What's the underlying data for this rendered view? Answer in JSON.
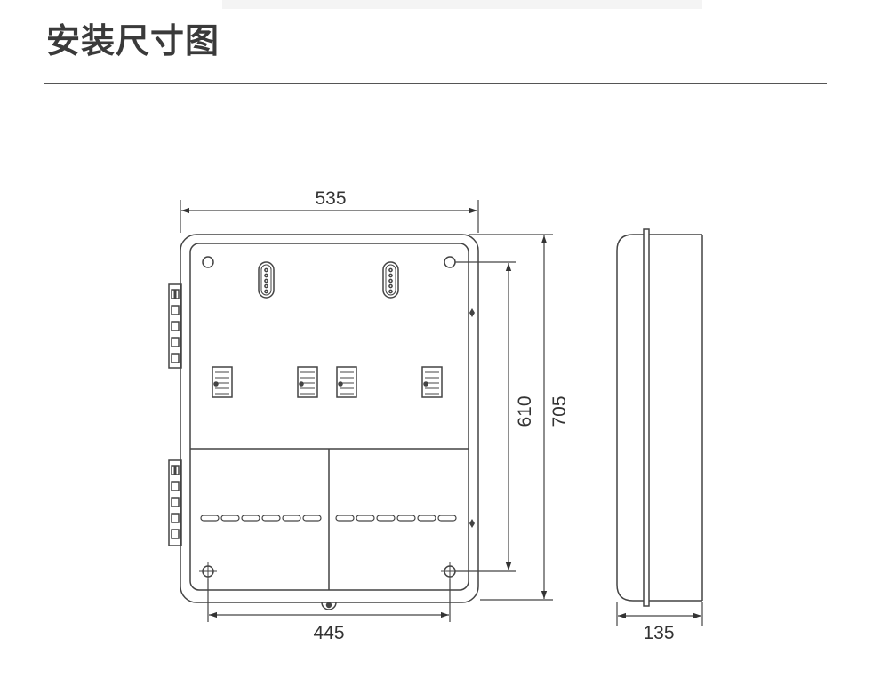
{
  "page": {
    "title": "安装尺寸图"
  },
  "diagram": {
    "dimensions": {
      "front_width": "535",
      "mount_width": "445",
      "mount_height": "610",
      "overall_height": "705",
      "depth": "135"
    }
  }
}
